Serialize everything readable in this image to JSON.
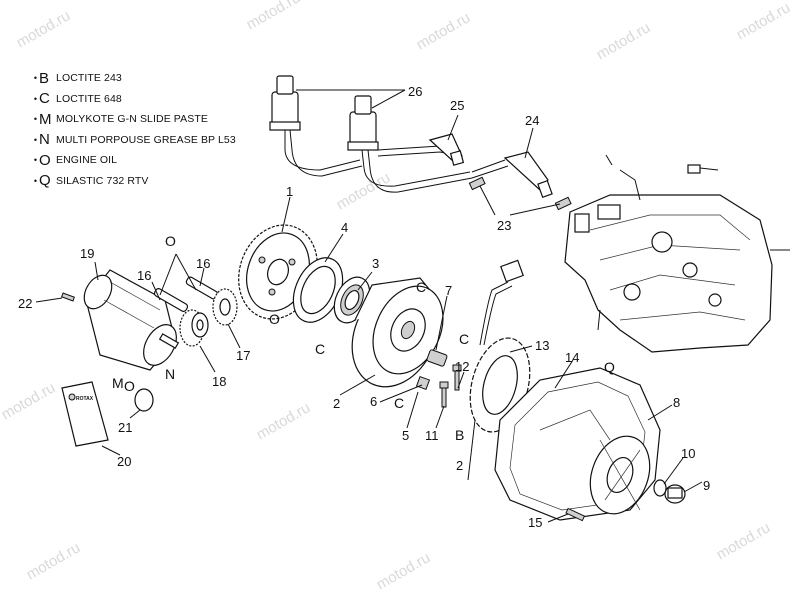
{
  "legend": [
    {
      "code": "B",
      "text": "LOCTITE 243",
      "icon": "drop-icon"
    },
    {
      "code": "C",
      "text": "LOCTITE 648",
      "icon": "drop-icon"
    },
    {
      "code": "M",
      "text": "MOLYKOTE G-N SLIDE PASTE",
      "icon": "drop-icon"
    },
    {
      "code": "N",
      "text": "MULTI PORPOUSE GREASE BP L53",
      "icon": "drop-icon"
    },
    {
      "code": "O",
      "text": "ENGINE OIL",
      "icon": "drop-icon"
    },
    {
      "code": "Q",
      "text": "SILASTIC 732 RTV",
      "icon": "drop-icon"
    }
  ],
  "callouts": [
    "1",
    "2",
    "3",
    "4",
    "5",
    "6",
    "7",
    "8",
    "9",
    "10",
    "11",
    "12",
    "13",
    "14",
    "15",
    "16",
    "17",
    "18",
    "19",
    "20",
    "21",
    "22",
    "23",
    "24",
    "25",
    "26"
  ],
  "callout_2_repeat": "2",
  "callout_16_repeat": "16",
  "manual_brand": "ROTAX",
  "watermark": "motod.ru",
  "codes": {
    "c_flywheel": "C",
    "c_screw6": "C",
    "c_screw5": "C",
    "c_stator": "C",
    "o_gear": "O",
    "o_shaft": "O",
    "o_ring": "O",
    "m_motor": "M",
    "n_motor": "N",
    "b_screw": "B",
    "q_cover": "Q"
  }
}
